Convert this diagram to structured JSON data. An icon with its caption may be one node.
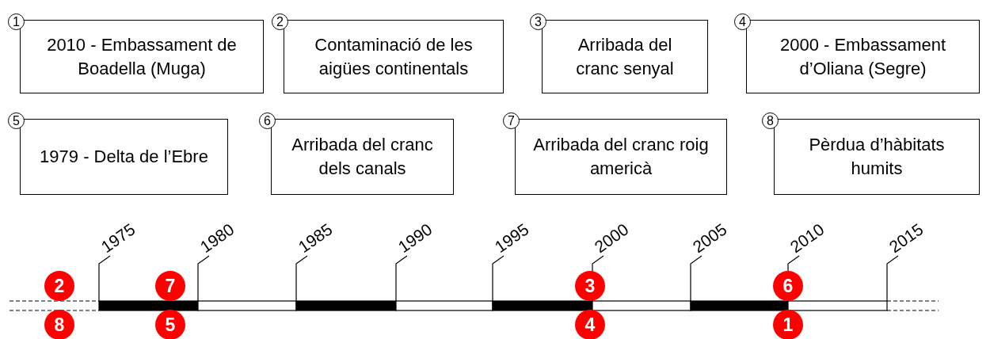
{
  "diagram": {
    "nodes": [
      {
        "text": [
          "2010 - Embassament de Boadella (Muga)"
        ],
        "beside": [
          "1"
        ]
      },
      {
        "text": [
          "Contaminació de les aigües continentals"
        ],
        "beside": [
          "2"
        ]
      },
      {
        "text": [
          "Arribada del cranc senyal"
        ],
        "beside": [
          "3"
        ]
      },
      {
        "text": [
          "2000 - Embassament d’Oliana (Segre)"
        ],
        "beside": [
          "4"
        ]
      },
      {
        "text": [
          "1979 - Delta de l’Ebre"
        ],
        "beside": [
          "5"
        ]
      },
      {
        "text": [
          "Arribada del cranc dels canals"
        ],
        "beside": [
          "6"
        ]
      },
      {
        "text": [
          "Arribada del cranc roig americà"
        ],
        "beside": [
          "7"
        ]
      },
      {
        "text": [
          "Pèrdua d’hàbitats humits"
        ],
        "beside": [
          "8"
        ]
      }
    ],
    "labels": [
      "1975",
      "1980",
      "1985",
      "1990",
      "1995",
      "2000",
      "2005",
      "2010",
      "2015",
      "2",
      "7",
      "3",
      "6",
      "8",
      "5",
      "4",
      "1"
    ]
  }
}
